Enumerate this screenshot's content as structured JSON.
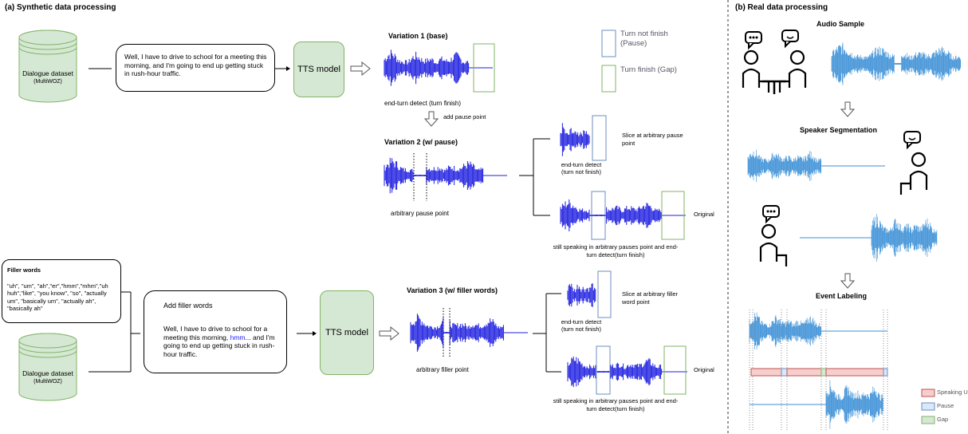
{
  "colors": {
    "waveform_synthetic": "#1f1fe0",
    "waveform_real": "#3a8fd6",
    "db_fill": "#d5e8d4",
    "db_stroke": "#82b366",
    "pause_box": "#6c8ebf",
    "gap_box": "#82b366",
    "speaking_unit": "#f8cecc",
    "speaking_unit_stroke": "#b85450",
    "pause_fill": "#dae8fc",
    "gap_fill": "#d5e8d4",
    "filler_highlight": "#1a1aff"
  },
  "icons": [
    "database-icon",
    "arrow-right-icon",
    "hollow-arrow-icon",
    "waveform-icon",
    "person-at-table-icon",
    "speech-bubble-icon"
  ],
  "synthetic": {
    "title": "(a) Synthetic data processing",
    "db1_title": "Dialogue dataset",
    "db1_sub": "(MultiWOZ)",
    "utterance": "Well, I have to drive to school for a meeting this morning, and I'm going to end up getting stuck in rush-hour traffic.",
    "tts1": "TTS model",
    "var1_title": "Variation 1 (base)",
    "var1_caption": "end-turn detect (turn finish)",
    "add_pause": "add pause point",
    "legend_pause": "Turn not finish (Pause)",
    "legend_gap": "Turn finish (Gap)",
    "var2_title": "Variation 2 (w/ pause)",
    "var2_caption": "arbitrary pause point",
    "slice_pause_caption": "end-turn detect (turn not finish)",
    "slice_pause_note": "Slice at arbitrary pause point",
    "orig_label_1": "Original",
    "still_speaking_1": "still speaking in arbitrary pauses point and end-turn detect(turn  finish)",
    "filler_title": "Filler words",
    "filler_list": "\"uh\", \"um\", \"ah\",\"er\",\"hmm\",\"mhm\",\"uh huh\",\"like\", \"you know\", \"so\", \"actually um\", \"basically um\", \"actually ah\", \"basically ah\"",
    "db2_title": "Dialogue dataset",
    "db2_sub": "(MultiWOZ)",
    "add_filler_title": "Add filler words",
    "filler_utt_before": "Well, I have to drive to school for a meeting this morning, ",
    "filler_utt_hl": "hmm",
    "filler_utt_after": "... and I'm going to end up getting stuck in rush-hour traffic.",
    "tts2": "TTS model",
    "var3_title": "Variation 3 (w/ filler words)",
    "var3_caption": "arbitrary filler point",
    "slice_filler_caption": "end-turn detect (turn not finish)",
    "slice_filler_note": "Slice at arbitrary filler word point",
    "orig_label_2": "Original",
    "still_speaking_2": "still speaking in arbitrary pauses point and end-turn detect(turn  finish)"
  },
  "real": {
    "title": "(b) Real data processing",
    "audio_sample": "Audio Sample",
    "speaker_seg": "Speaker Segmentation",
    "event_label": "Event Labeling",
    "legend_speaking": "Speaking Unit",
    "legend_pause": "Pause",
    "legend_gap": "Gap"
  }
}
